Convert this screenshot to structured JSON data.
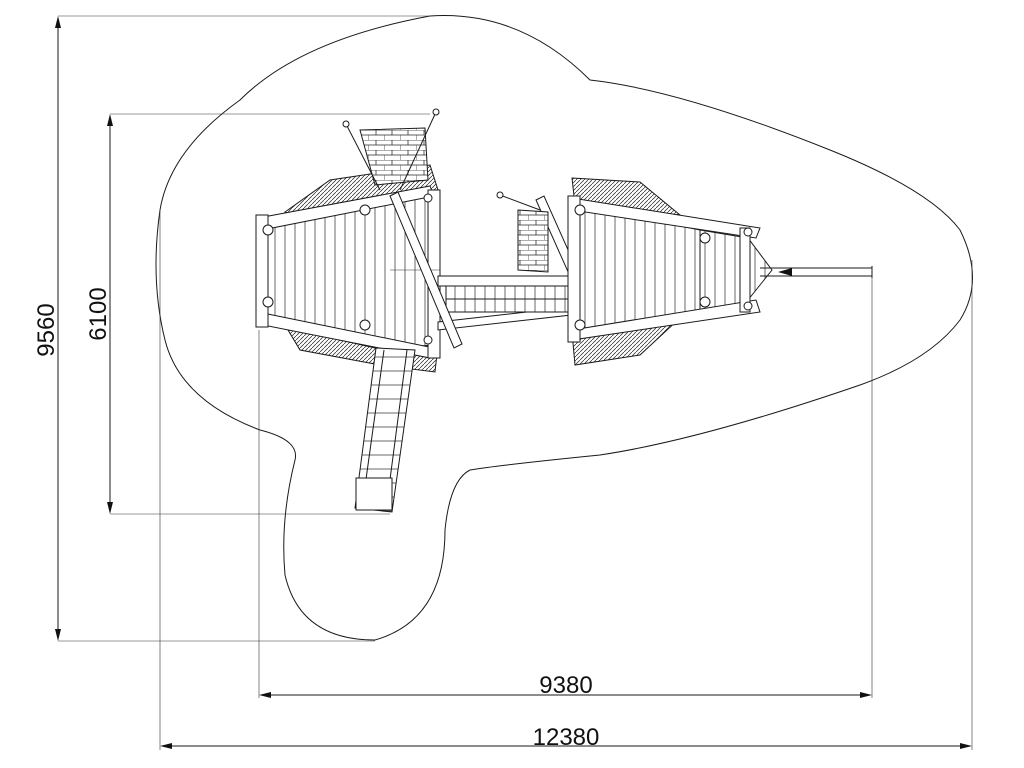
{
  "diagram": {
    "type": "playground-plan-top-view",
    "dimensions": {
      "overall_height_label": "9560",
      "equipment_height_label": "6100",
      "equipment_width_label": "9380",
      "overall_width_label": "12380"
    },
    "colors": {
      "line": "#1a1a1a",
      "background": "#ffffff"
    }
  }
}
